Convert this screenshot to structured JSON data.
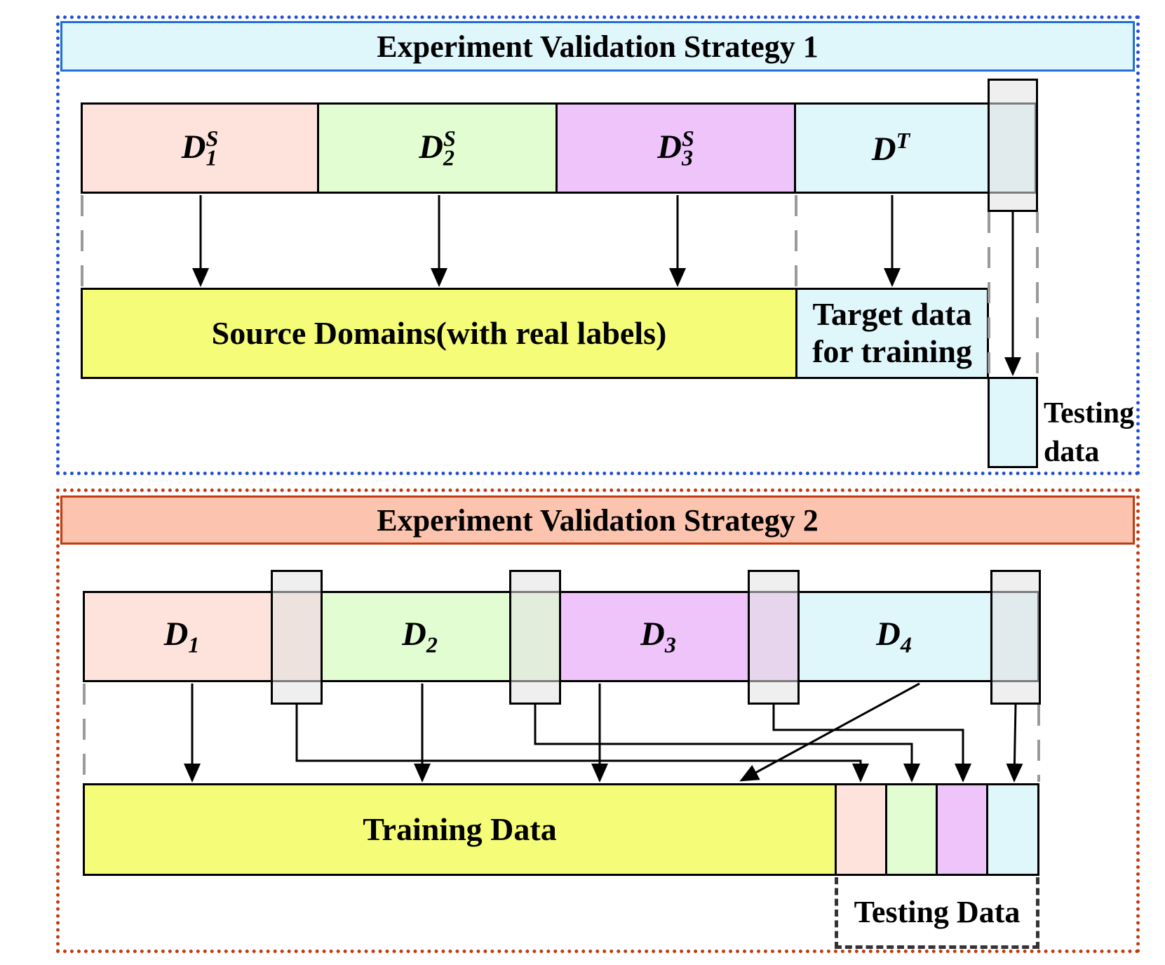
{
  "strategy1": {
    "title": "Experiment Validation Strategy 1",
    "domains": [
      {
        "base": "D",
        "sub": "1",
        "sup": "S",
        "color": "#fde3dc"
      },
      {
        "base": "D",
        "sub": "2",
        "sup": "S",
        "color": "#e2fdd2"
      },
      {
        "base": "D",
        "sub": "3",
        "sup": "S",
        "color": "#eec4fb"
      },
      {
        "base": "D",
        "sub": "",
        "sup": "T",
        "color": "#dff6fb"
      }
    ],
    "source_label": "Source Domains(with real labels)",
    "target_label_line1": "Target data",
    "target_label_line2": "for training",
    "testing_line1": "Testing",
    "testing_line2": "data",
    "header_color": "#dff6fb",
    "frame_color": "#1f4fd6"
  },
  "strategy2": {
    "title": "Experiment Validation Strategy 2",
    "domains": [
      {
        "base": "D",
        "sub": "1",
        "color": "#fde3dc"
      },
      {
        "base": "D",
        "sub": "2",
        "color": "#e2fdd2"
      },
      {
        "base": "D",
        "sub": "3",
        "color": "#eec4fb"
      },
      {
        "base": "D",
        "sub": "4",
        "color": "#dff6fb"
      }
    ],
    "training_label": "Training Data",
    "testing_label": "Testing Data",
    "header_color": "#fcc4ae",
    "frame_color": "#c23a12"
  },
  "colors": {
    "training_bar": "#f5fd78",
    "slice_box": "#f2f2f2"
  }
}
